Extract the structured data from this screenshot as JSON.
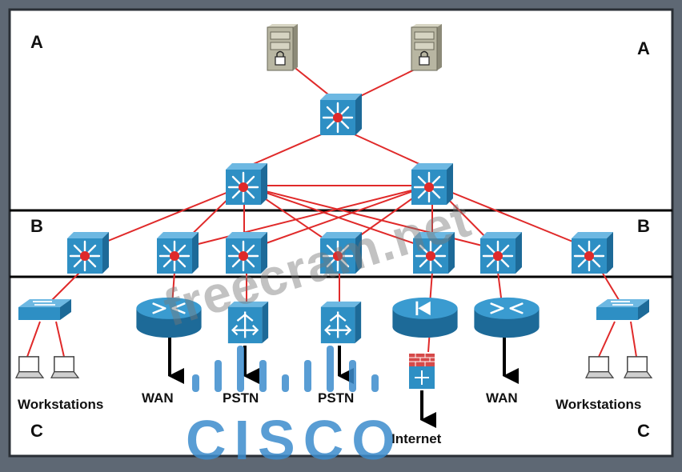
{
  "zones": {
    "a_left": "A",
    "a_right": "A",
    "b_left": "B",
    "b_right": "B",
    "c_left": "C",
    "c_right": "C"
  },
  "captions": {
    "workstations_left": "Workstations",
    "workstations_right": "Workstations",
    "wan_left": "WAN",
    "wan_right": "WAN",
    "pstn_left": "PSTN",
    "pstn_right": "PSTN",
    "internet": "Internet"
  },
  "watermark": "freecram.net",
  "logo": "CISCO",
  "colors": {
    "frame": "#5e6874",
    "panel": "#ffffff",
    "link": "#e02a2a",
    "device_blue": "#2e8fc4",
    "device_dark": "#1d6a98",
    "divider": "#000000"
  }
}
